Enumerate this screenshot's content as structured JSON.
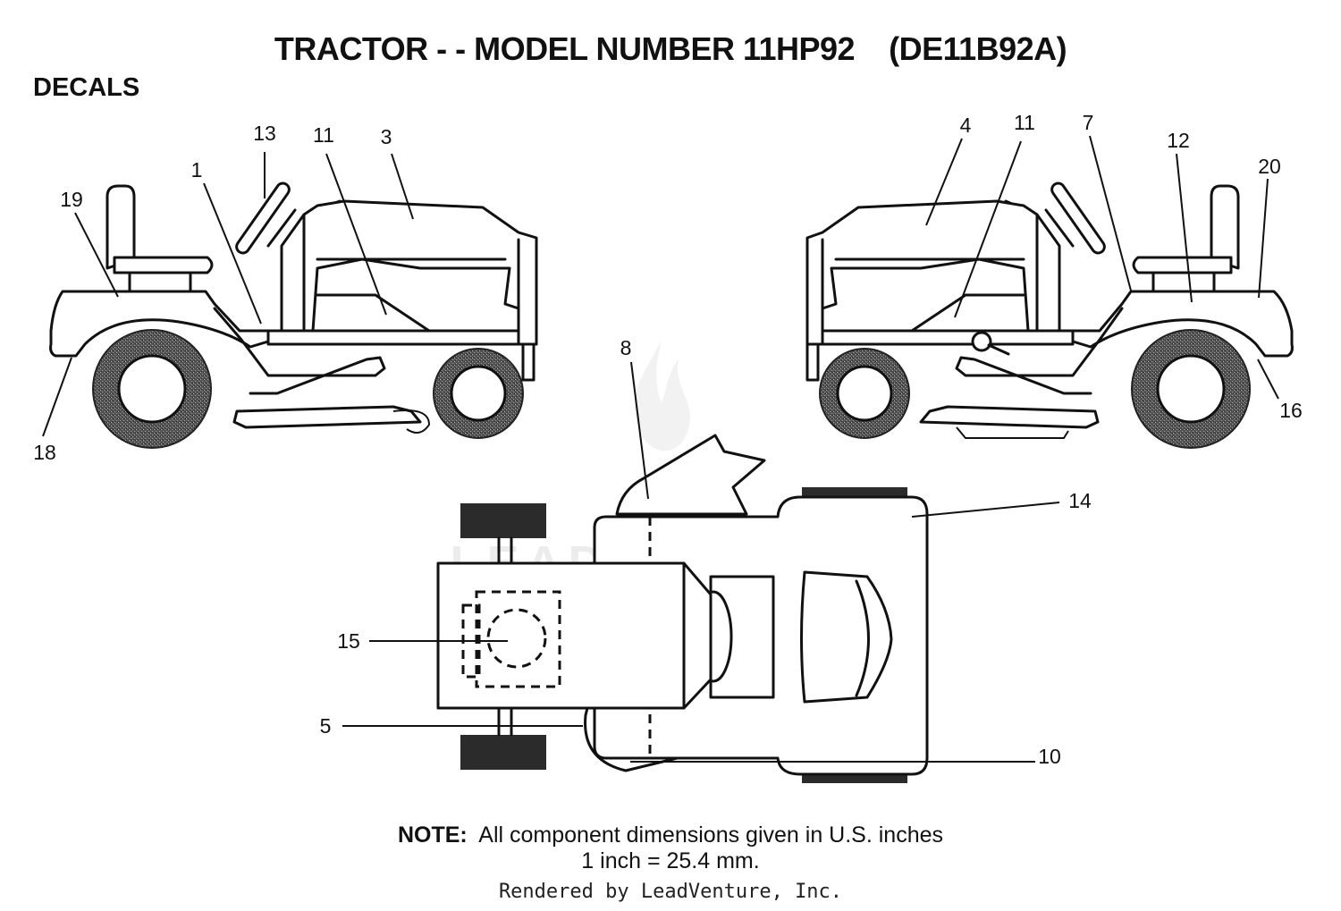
{
  "header": {
    "title": "TRACTOR - - MODEL NUMBER 11HP92    (DE11B92A)",
    "section": "DECALS"
  },
  "callouts": {
    "left_view": [
      "13",
      "11",
      "3",
      "1",
      "19",
      "18"
    ],
    "right_view": [
      "4",
      "11",
      "7",
      "12",
      "20",
      "16"
    ],
    "top_view": [
      "8",
      "14",
      "15",
      "5",
      "10"
    ]
  },
  "watermark": "LEADVENTURE",
  "footer": {
    "note_label": "NOTE:",
    "note_text": "All component dimensions given in U.S. inches",
    "conversion": "1 inch = 25.4 mm.",
    "rendered_by": "Rendered by LeadVenture, Inc."
  }
}
